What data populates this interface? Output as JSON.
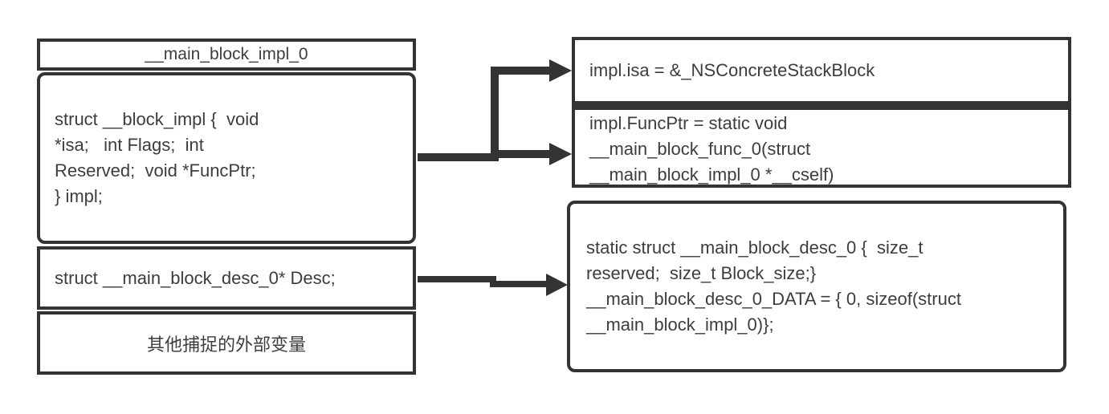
{
  "colors": {
    "stroke": "#333333",
    "text": "#3d3d3d",
    "box_fill": "#ffffff",
    "background": "#ffffff"
  },
  "left_column": {
    "title_box": {
      "title": "__main_block_impl_0"
    },
    "impl_box": {
      "lines": [
        "struct __block_impl {  void",
        "*isa;   int Flags;  int",
        "Reserved;  void *FuncPtr;",
        "} impl;"
      ]
    },
    "desc_box": {
      "text": "struct __main_block_desc_0* Desc;"
    },
    "captured_box": {
      "text": "其他捕捉的外部变量"
    }
  },
  "right_column": {
    "isa_box": {
      "text": "impl.isa = &_NSConcreteStackBlock"
    },
    "funcptr_box": {
      "lines": [
        "impl.FuncPtr = static void",
        "__main_block_func_0(struct",
        "__main_block_impl_0 *__cself)"
      ]
    },
    "desc_data_box": {
      "lines": [
        "static struct __main_block_desc_0 {  size_t",
        "reserved;  size_t Block_size;}",
        "__main_block_desc_0_DATA = { 0, sizeof(struct",
        "__main_block_impl_0)};"
      ]
    }
  }
}
